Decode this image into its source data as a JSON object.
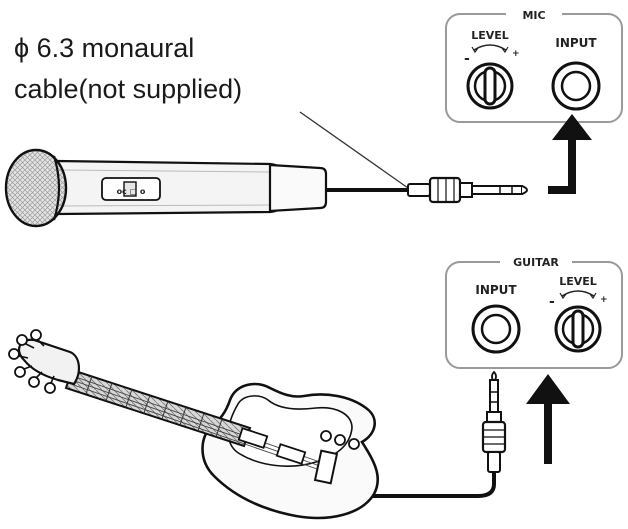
{
  "cable_note": {
    "line1": "ϕ 6.3 monaural",
    "line2": "cable(not supplied)"
  },
  "mic_panel": {
    "title": "MIC",
    "level_label": "LEVEL",
    "minus": "-",
    "plus": "+",
    "input_label": "INPUT"
  },
  "guitar_panel": {
    "title": "GUITAR",
    "input_label": "INPUT",
    "level_label": "LEVEL",
    "minus": "-",
    "plus": "+"
  },
  "mic_body_label": "ᴏᴄ ▢ ᴏ",
  "colors": {
    "line": "#1a1a1a",
    "panel_stroke": "#8a8a8a",
    "mic_head": "#dcdcdc",
    "shade": "#c8c8c8"
  }
}
